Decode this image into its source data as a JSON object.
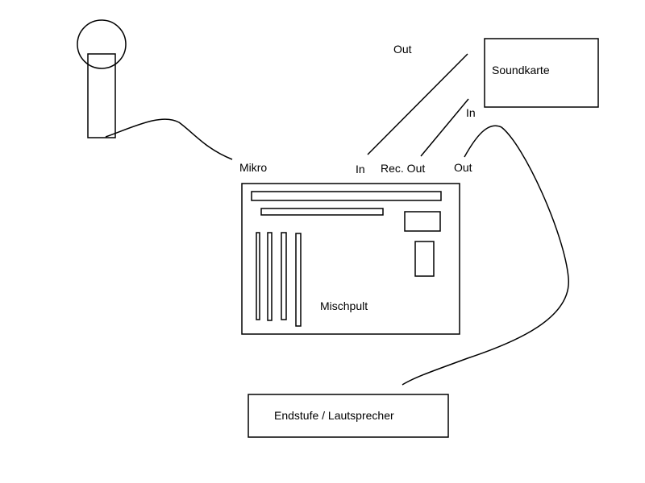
{
  "labels": {
    "mikro": "Mikro",
    "mischpult": "Mischpult",
    "soundkarte": "Soundkarte",
    "endstufe": "Endstufe / Lautsprecher",
    "mixer_in": "In",
    "mixer_rec_out": "Rec. Out",
    "mixer_out": "Out",
    "soundcard_out": "Out",
    "soundcard_in": "In"
  }
}
